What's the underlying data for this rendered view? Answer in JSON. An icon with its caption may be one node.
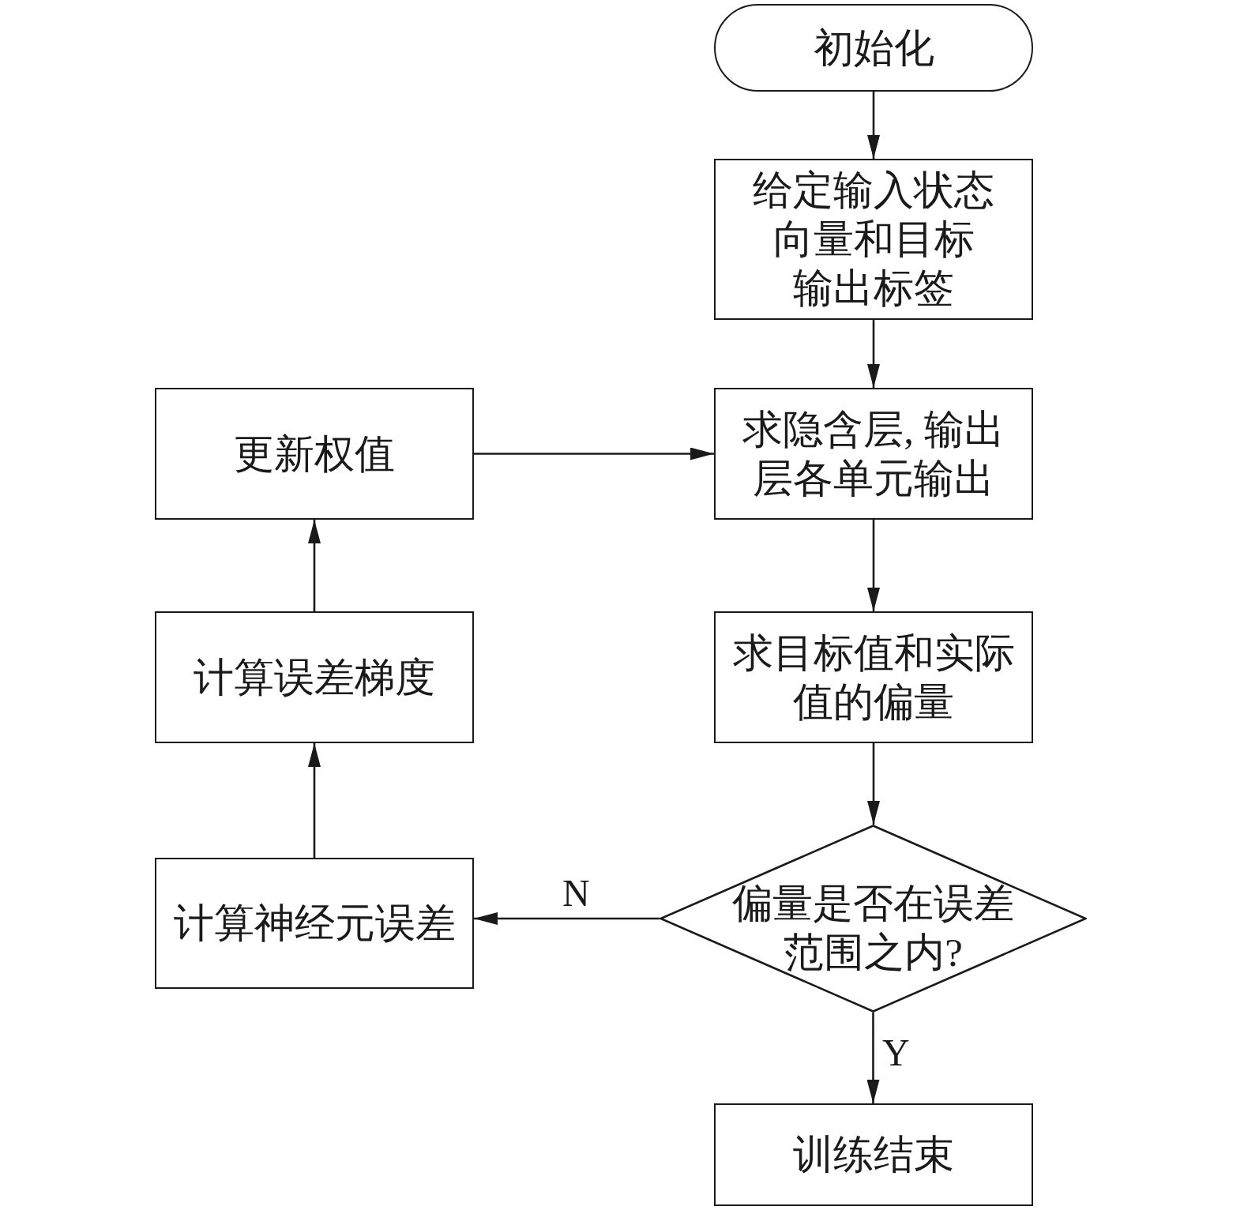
{
  "diagram": {
    "nodes": [
      {
        "text": [
          "初始化"
        ]
      },
      {
        "text": [
          "给定输入状态向量和目标输出标签"
        ]
      },
      {
        "text": [
          "求隐含层, 输出层各单元输出"
        ]
      },
      {
        "text": [
          "求目标值和实际值的偏量"
        ]
      },
      {
        "text": [
          "偏量是否在误差范围之内?"
        ]
      },
      {
        "text": [
          "训练结束"
        ]
      },
      {
        "text": [
          "计算神经元误差"
        ]
      },
      {
        "text": [
          "计算误差梯度"
        ]
      },
      {
        "text": [
          "更新权值"
        ]
      }
    ],
    "edges": [
      {
        "from": 0,
        "to": 1,
        "arrow": "to"
      },
      {
        "from": 1,
        "to": 2,
        "arrow": "to"
      },
      {
        "from": 2,
        "to": 3,
        "arrow": "to"
      },
      {
        "from": 3,
        "to": 4,
        "arrow": "to"
      },
      {
        "from": 4,
        "to": 5,
        "arrow": "to",
        "label": "Y"
      },
      {
        "from": 4,
        "to": 6,
        "arrow": "to",
        "label": "N"
      },
      {
        "from": 6,
        "to": 7,
        "arrow": "to"
      },
      {
        "from": 7,
        "to": 8,
        "arrow": "to"
      },
      {
        "from": 8,
        "to": 2,
        "arrow": "to"
      }
    ]
  }
}
